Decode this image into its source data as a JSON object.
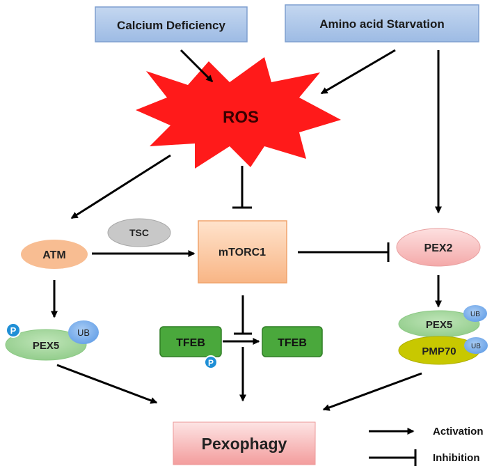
{
  "nodes": {
    "calcium": "Calcium Deficiency",
    "amino": "Amino acid Starvation",
    "ros": "ROS",
    "atm": "ATM",
    "tsc": "TSC",
    "mtorc1": "mTORC1",
    "pex2": "PEX2",
    "pex5_left": "PEX5",
    "pex5_right": "PEX5",
    "pmp70": "PMP70",
    "tfeb_left": "TFEB",
    "tfeb_right": "TFEB",
    "pexophagy": "Pexophagy"
  },
  "badges": {
    "phospho": "P",
    "ub": "UB"
  },
  "legend": {
    "activation": "Activation",
    "inhibition": "Inhibition"
  },
  "colors": {
    "box_blue_fill": "#a9c4e8",
    "box_blue_stroke": "#7f9fcf",
    "ros_red": "#ff1a1a",
    "atm_fill": "#f8bd92",
    "tsc_fill": "#c8c8c8",
    "mtorc1_fill": "#fcc9a0",
    "pex2_fill": "#f8b8b8",
    "green_oval": "#9fd49a",
    "yellow_oval": "#c8c800",
    "tfeb_green": "#4aa83c",
    "phospho_blue": "#1f8fd6",
    "ub_blue": "#7fb2ec",
    "pexophagy_fill": "#f7b4b4"
  }
}
